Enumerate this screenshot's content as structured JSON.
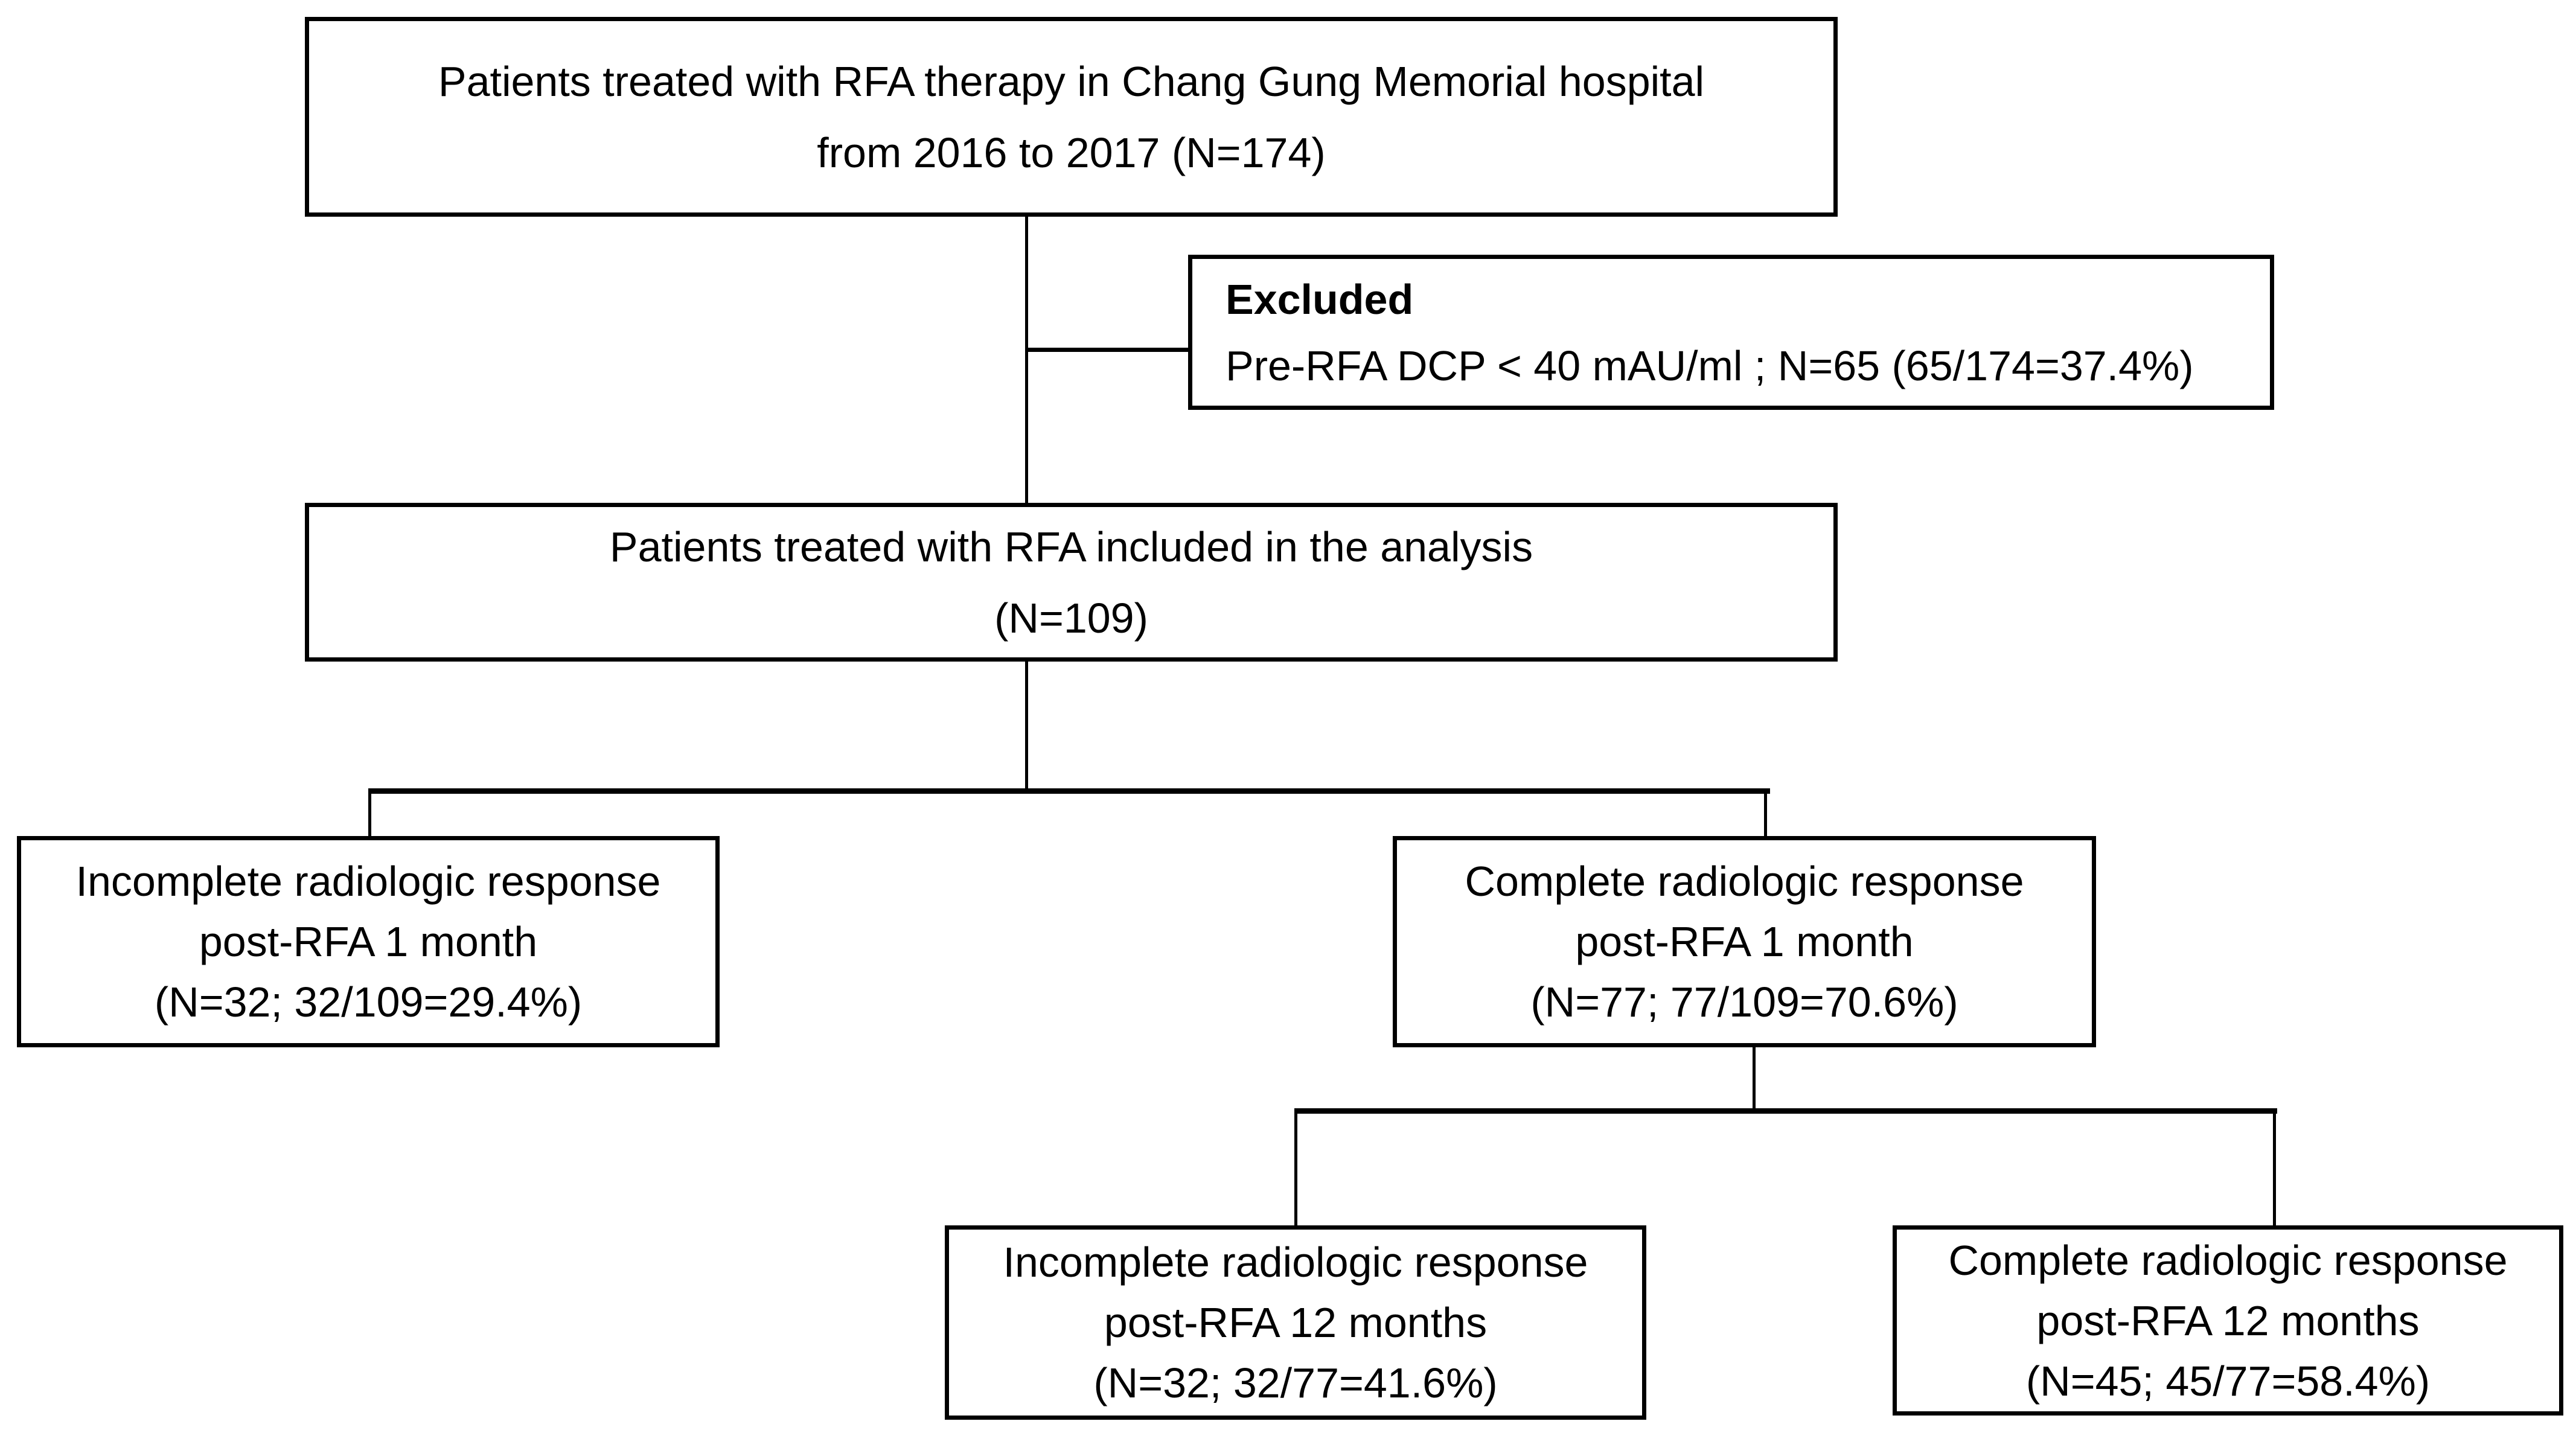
{
  "colors": {
    "background": "#ffffff",
    "box_border": "#000000",
    "text": "#000000",
    "connector": "#000000"
  },
  "nodes": {
    "top": {
      "lines": [
        "Patients treated with RFA therapy in Chang Gung Memorial hospital",
        "from 2016 to 2017 (N=174)"
      ]
    },
    "excluded": {
      "title": "Excluded",
      "detail": "Pre-RFA DCP < 40 mAU/ml ; N=65 (65/174=37.4%)"
    },
    "included": {
      "lines": [
        "Patients treated with RFA included in the analysis",
        "(N=109)"
      ]
    },
    "incomplete_1month": {
      "lines": [
        "Incomplete radiologic response",
        "post-RFA 1 month",
        "(N=32; 32/109=29.4%)"
      ]
    },
    "complete_1month": {
      "lines": [
        "Complete radiologic response",
        "post-RFA 1 month",
        "(N=77; 77/109=70.6%)"
      ]
    },
    "incomplete_12months": {
      "lines": [
        "Incomplete radiologic response",
        "post-RFA 12 months",
        "(N=32; 32/77=41.6%)"
      ]
    },
    "complete_12months": {
      "lines": [
        "Complete radiologic response",
        "post-RFA 12 months",
        "(N=45; 45/77=58.4%)"
      ]
    }
  }
}
